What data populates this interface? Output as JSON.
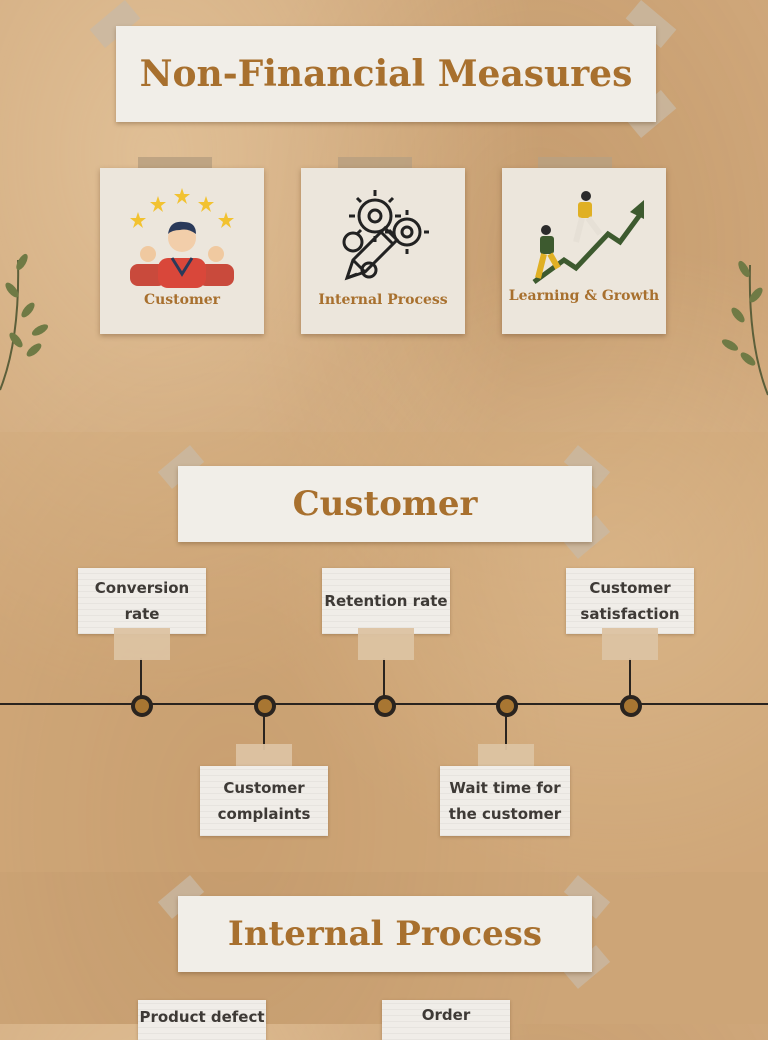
{
  "header": {
    "title": "Non-Financial Measures"
  },
  "cards": [
    {
      "label": "Customer",
      "icon": "customer-rating-icon"
    },
    {
      "label": "Internal Process",
      "icon": "pencil-gears-icon"
    },
    {
      "label": "Learning & Growth",
      "icon": "growth-arrow-icon"
    }
  ],
  "customer_section": {
    "title": "Customer",
    "above": [
      "Conversion rate",
      "Retention rate",
      "Customer satisfaction"
    ],
    "below": [
      "Customer complaints",
      "Wait time for the customer"
    ]
  },
  "internal_section": {
    "title": "Internal Process",
    "items": [
      "Product defect",
      "Order"
    ]
  },
  "colors": {
    "accent": "#a8702e",
    "paper": "#f1eee8",
    "background": "#cfa77a",
    "line": "#2a241f"
  }
}
